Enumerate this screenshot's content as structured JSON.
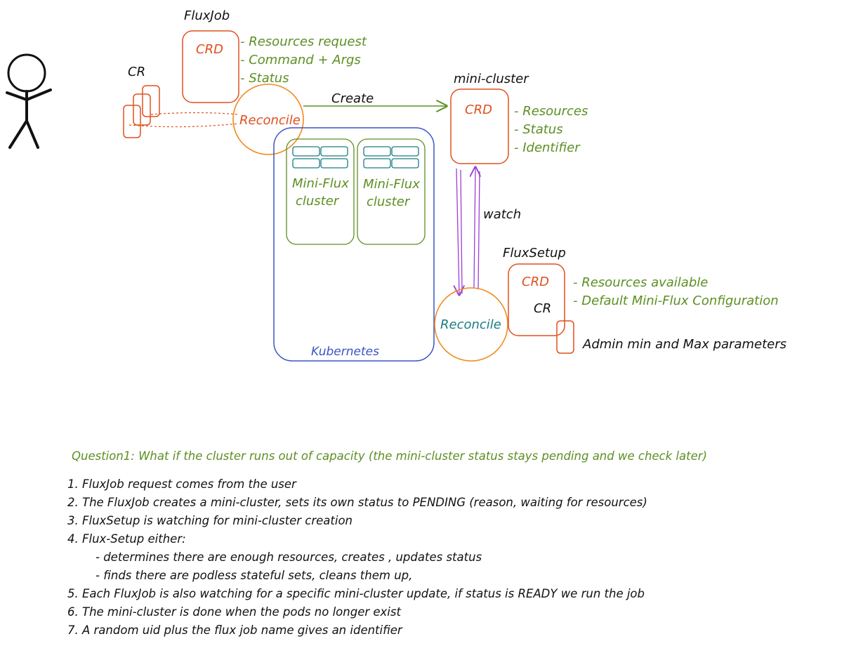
{
  "colors": {
    "crd_red": "#e0501e",
    "green": "#5c8f23",
    "orange": "#f08a1e",
    "blue": "#3a55c6",
    "purple": "#9b3fd6",
    "teal": "#1a7d84",
    "black": "#111111"
  },
  "icons": {
    "user": "stick-figure-icon"
  },
  "diagram": {
    "fluxjob": {
      "title": "FluxJob",
      "crd": "CRD",
      "props": [
        "- Resources request",
        "- Command + Args",
        "- Status"
      ]
    },
    "cr_label": "CR",
    "reconcile_top": "Reconcile",
    "create_label": "Create",
    "minicluster": {
      "title": "mini-cluster",
      "crd": "CRD",
      "props": [
        "- Resources",
        "- Status",
        "- Identifier"
      ]
    },
    "kubernetes": {
      "label": "Kubernetes",
      "cluster_a": [
        "Mini-Flux",
        "cluster"
      ],
      "cluster_b": [
        "Mini-Flux",
        "cluster"
      ]
    },
    "watch_label": "watch",
    "fluxsetup": {
      "title": "FluxSetup",
      "crd": "CRD",
      "cr": "CR",
      "props": [
        "- Resources available",
        "- Default Mini-Flux Configuration"
      ],
      "admin_note": "Admin min and Max parameters"
    },
    "reconcile_bottom": "Reconcile"
  },
  "notes": {
    "question": "Question1: What if the cluster runs out of capacity (the mini-cluster status stays pending and we check later)",
    "items": [
      "1. FluxJob request comes from the user",
      "2. The FluxJob creates a mini-cluster, sets its own status to PENDING (reason, waiting for resources)",
      "3. FluxSetup is watching for mini-cluster creation",
      "4. Flux-Setup either:",
      "- determines there are enough resources, creates , updates status",
      "- finds there are podless stateful sets, cleans them up,",
      "5. Each FluxJob is also watching for a specific mini-cluster update, if status is READY we run the job",
      "6. The mini-cluster is done when the pods no longer exist",
      "7. A random uid plus the flux job name gives an identifier"
    ]
  }
}
